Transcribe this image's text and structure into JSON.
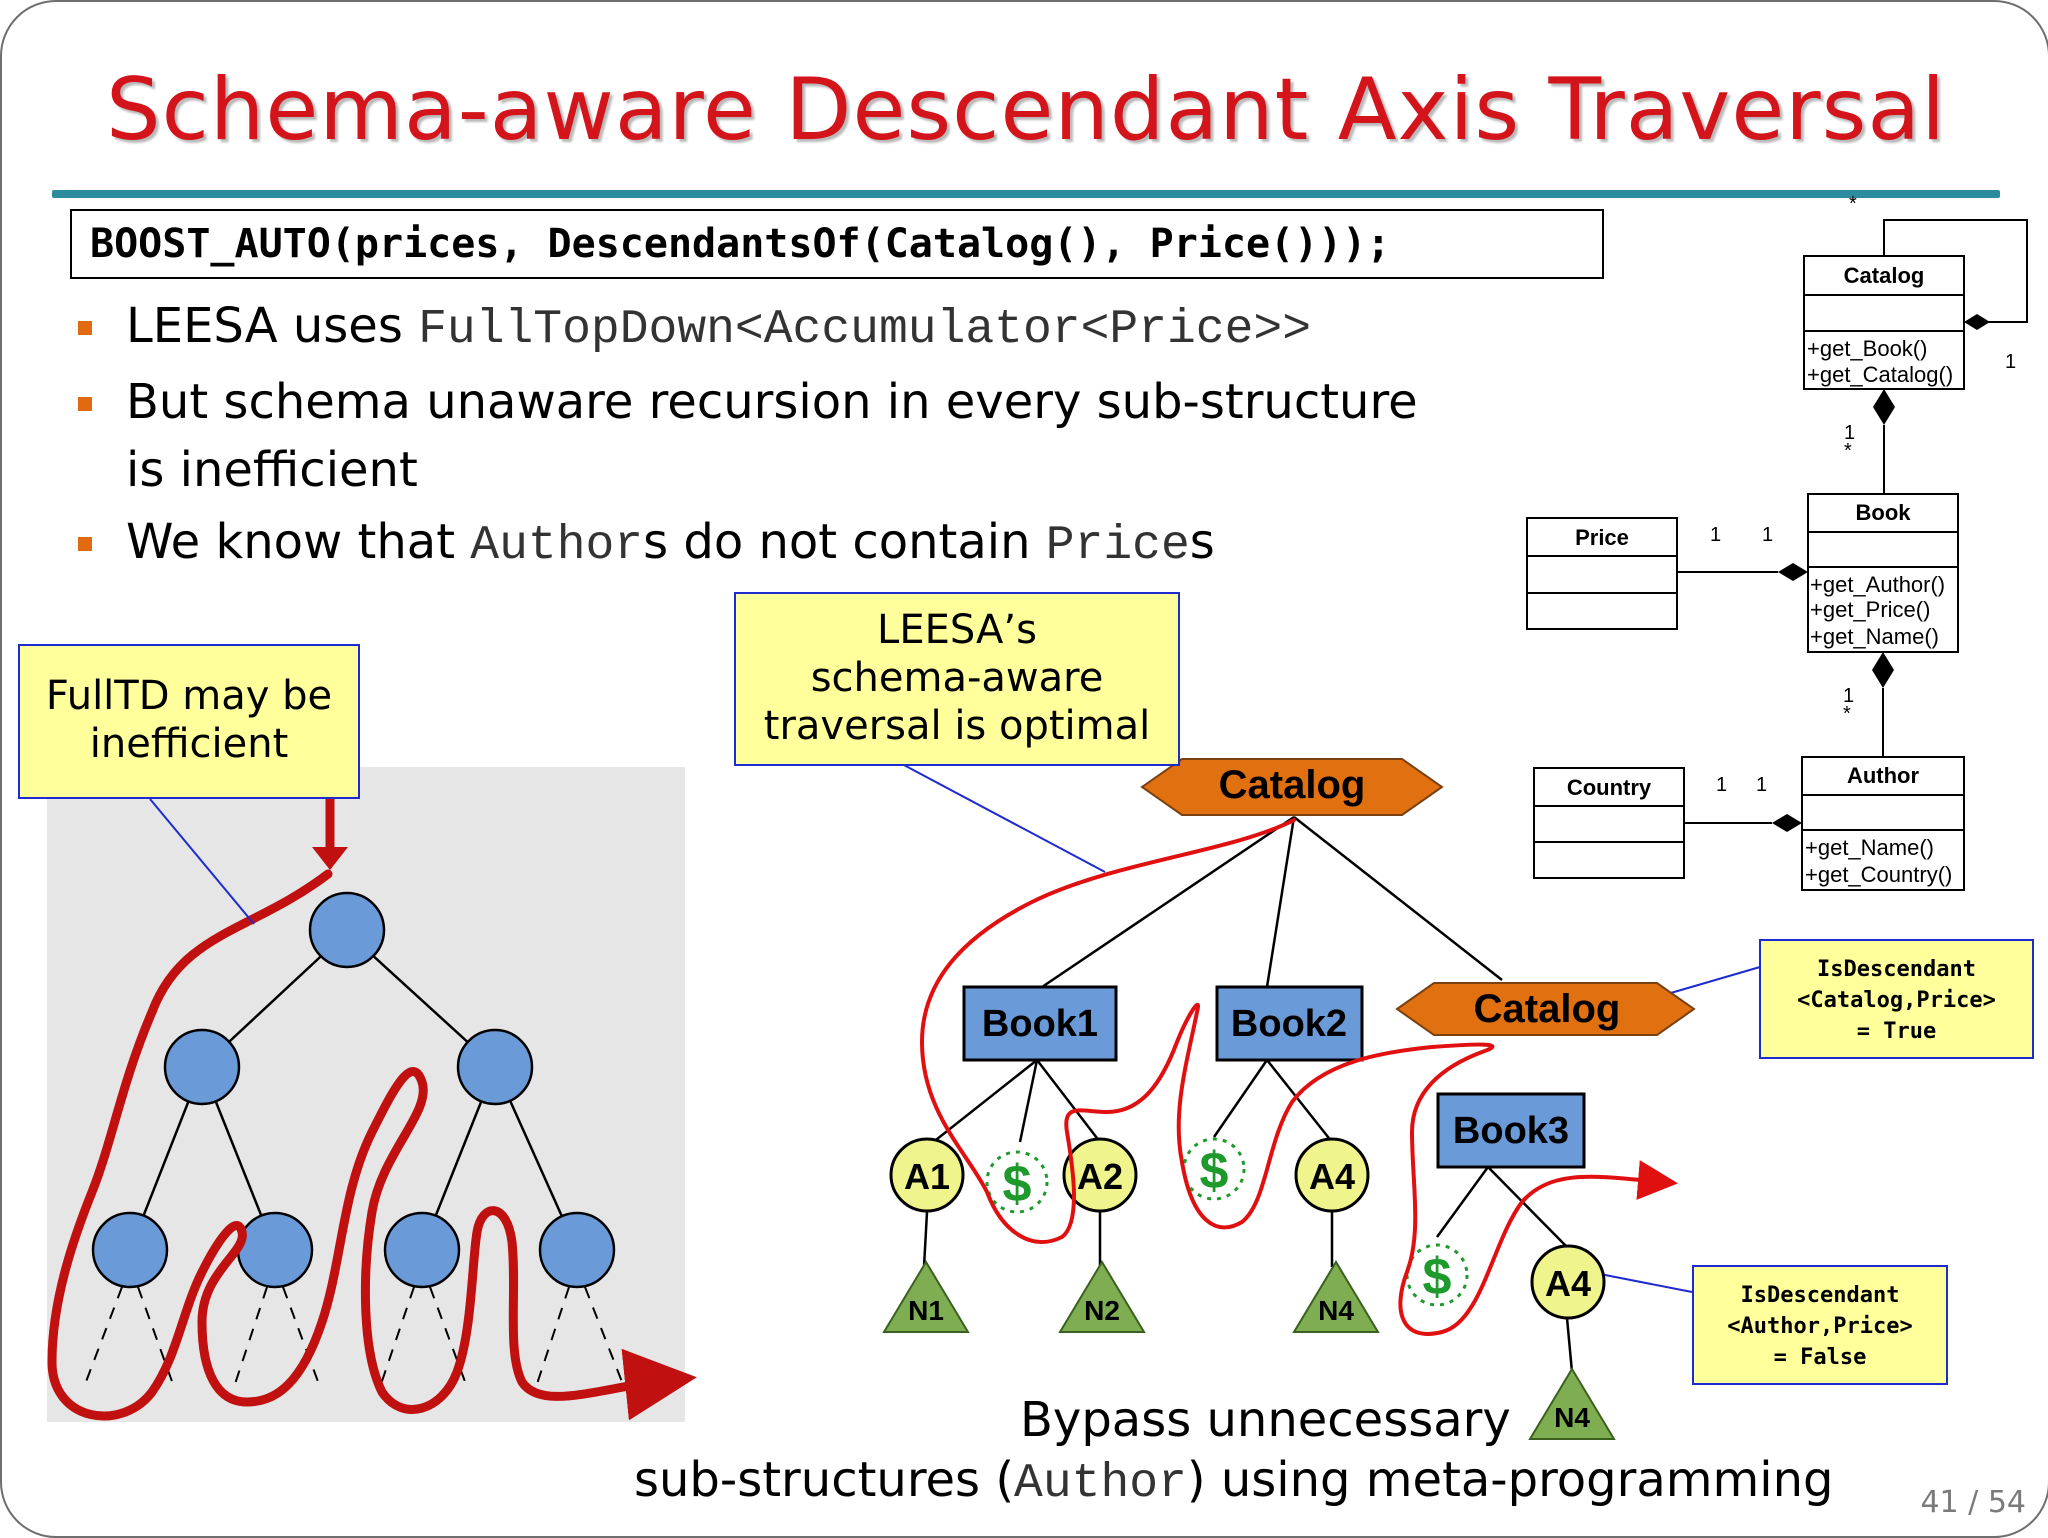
{
  "slide": {
    "title": "Schema-aware Descendant Axis Traversal",
    "code": "BOOST_AUTO(prices, DescendantsOf(Catalog(), Price()));",
    "bullets": [
      {
        "pre": "LEESA uses ",
        "code": "FullTopDown<Accumulator<Price>>",
        "post": ""
      },
      {
        "line1": "But schema unaware recursion in every sub-structure",
        "line2": "is inefficient"
      },
      {
        "pre": "We know that ",
        "code1": "Author",
        "mid": "s do not contain ",
        "code2": "Price",
        "post": "s"
      }
    ],
    "callouts": {
      "fulltd_1": "FullTD may be",
      "fulltd_2": "inefficient",
      "leesa_1": "LEESA’s",
      "leesa_2": "schema-aware",
      "leesa_3": "traversal is optimal",
      "isdesc_true_1": "IsDescendant",
      "isdesc_true_2": "<Catalog,Price>",
      "isdesc_true_3": "= True",
      "isdesc_false_1": "IsDescendant",
      "isdesc_false_2": "<Author,Price>",
      "isdesc_false_3": "= False"
    },
    "bottom": {
      "line1": "Bypass unnecessary",
      "line2_pre": "sub-structures (",
      "line2_code": "Author",
      "line2_post": ") using meta-programming"
    },
    "page_number": "41 / 54"
  },
  "tree": {
    "root": "Catalog",
    "books": [
      "Book1",
      "Book2",
      "Book3"
    ],
    "sub_catalog": "Catalog",
    "authors": [
      "A1",
      "A2",
      "A4",
      "A4"
    ],
    "names": [
      "N1",
      "N2",
      "N4",
      "N4"
    ],
    "price_symbol": "$"
  },
  "uml": {
    "classes": [
      {
        "name": "Catalog",
        "methods": [
          "+get_Book()",
          "+get_Catalog()"
        ]
      },
      {
        "name": "Book",
        "methods": [
          "+get_Author()",
          "+get_Price()",
          "+get_Name()"
        ]
      },
      {
        "name": "Author",
        "methods": [
          "+get_Name()",
          "+get_Country()"
        ]
      },
      {
        "name": "Price",
        "methods": []
      },
      {
        "name": "Country",
        "methods": []
      }
    ],
    "multiplicities": {
      "star": "*",
      "one": "1"
    }
  },
  "colors": {
    "title": "#d3141a",
    "rule": "#2d8ba0",
    "bullet": "#e06a12",
    "callout_fill": "#ffff9c",
    "callout_border": "#1d2bd0",
    "catalog_fill": "#e07010",
    "book_fill": "#6a9ad8",
    "author_fill": "#f0f48c",
    "name_fill": "#7fae52",
    "price_green": "#1e9a2c",
    "traversal_red": "#e01010",
    "fulltd_red": "#c01010",
    "node_blue": "#6a9ad8",
    "panel_gray": "#e6e6e6"
  }
}
